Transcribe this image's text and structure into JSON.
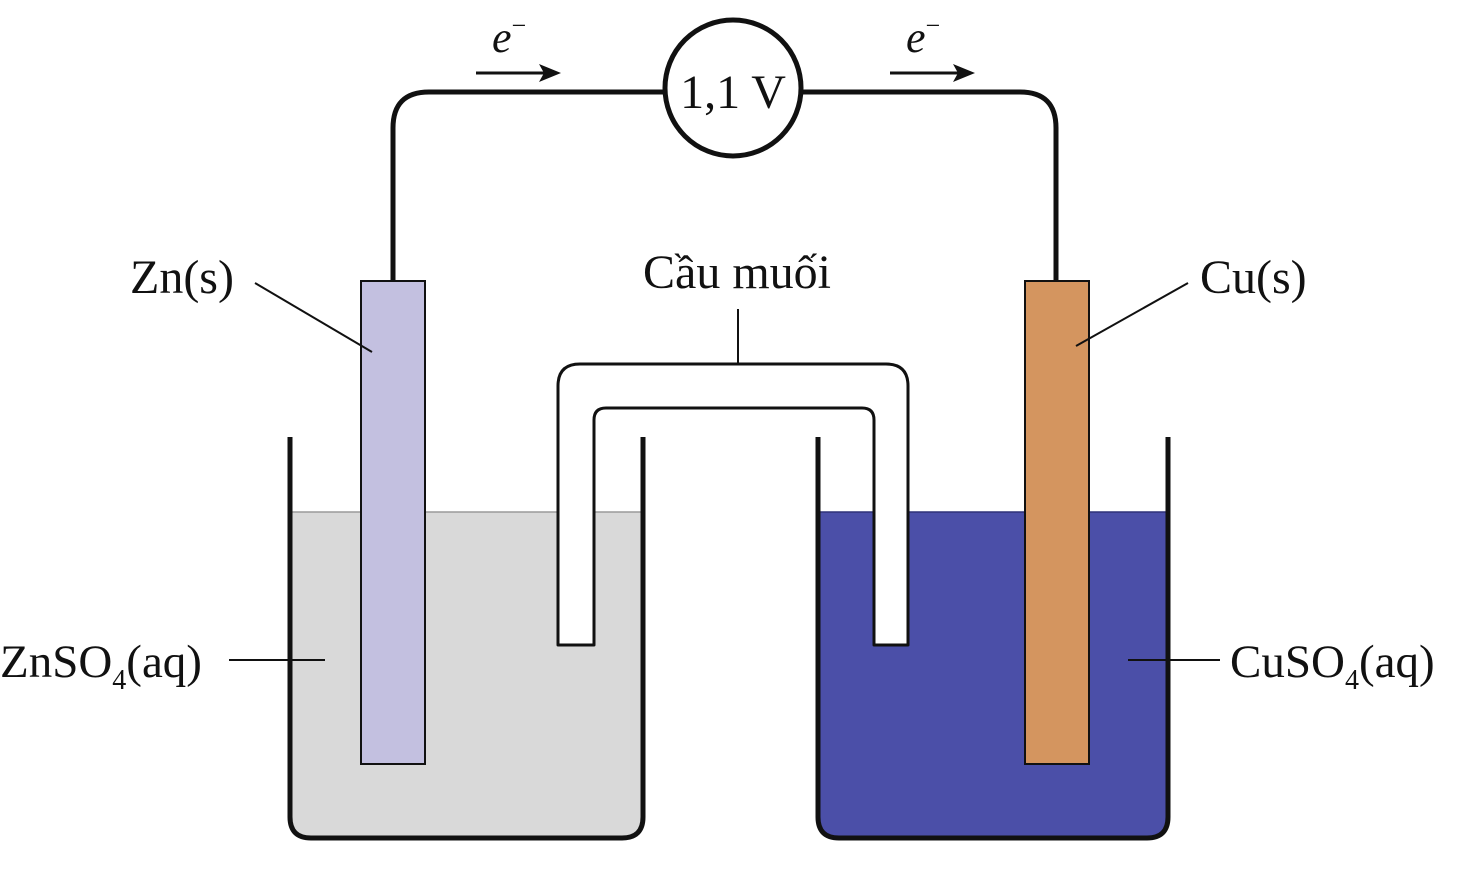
{
  "voltmeter": {
    "reading": "1,1 V"
  },
  "electron_left": {
    "symbol": "e",
    "charge": "−"
  },
  "electron_right": {
    "symbol": "e",
    "charge": "−"
  },
  "anode": {
    "label": "Zn(s)"
  },
  "cathode": {
    "label": "Cu(s)"
  },
  "salt_bridge": {
    "label": "Cầu muối"
  },
  "left_solution": {
    "prefix": "ZnSO",
    "subscript": "4",
    "suffix": "(aq)"
  },
  "right_solution": {
    "prefix": "CuSO",
    "subscript": "4",
    "suffix": "(aq)"
  },
  "colors": {
    "wire": "#111111",
    "zinc_electrode": "#c3c0e0",
    "copper_electrode": "#d4955f",
    "zinc_solution": "#d9d9d9",
    "copper_solution": "#4b4fa8",
    "salt_bridge": "#ffffff"
  }
}
